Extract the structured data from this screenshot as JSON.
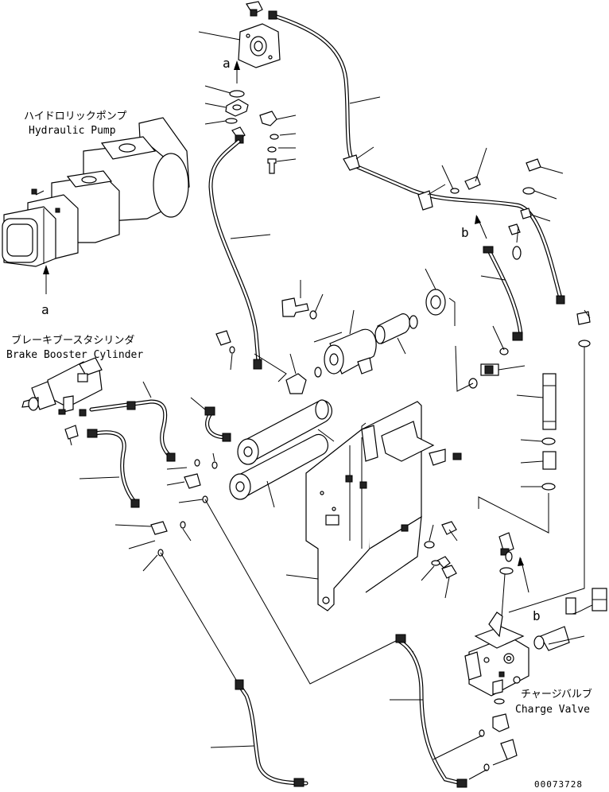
{
  "labels": {
    "hydraulic_pump_jp": "ハイドロリックポンプ",
    "hydraulic_pump_en": "Hydraulic Pump",
    "brake_booster_jp": "ブレーキブースタシリンダ",
    "brake_booster_en": "Brake Booster Cylinder",
    "charge_valve_jp": "チャージバルブ",
    "charge_valve_en": "Charge Valve",
    "ref_a": "a",
    "ref_b": "b",
    "drawing_number": "00073728"
  }
}
